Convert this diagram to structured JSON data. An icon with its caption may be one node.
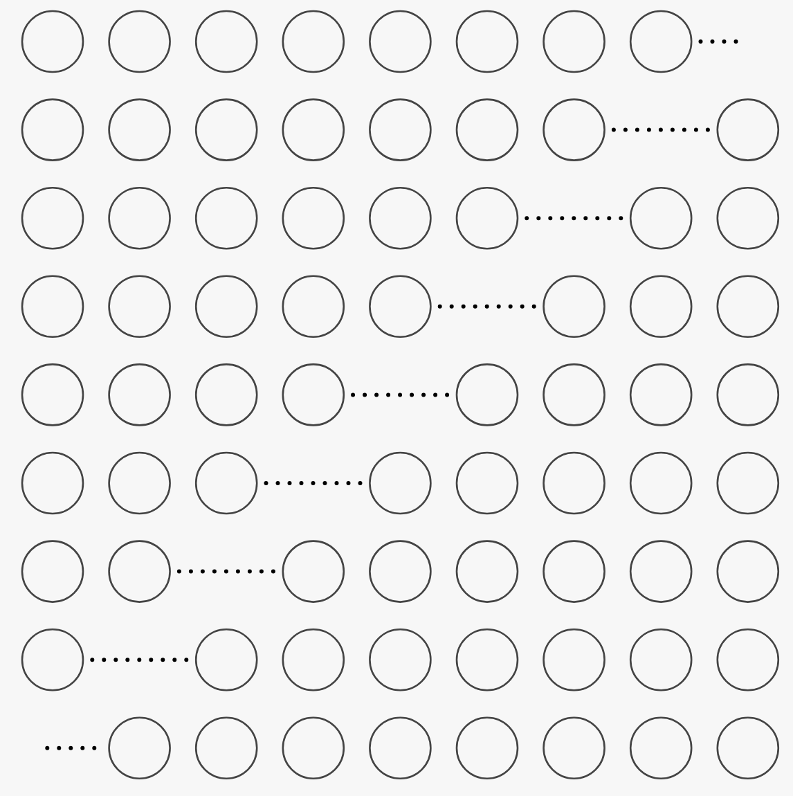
{
  "diagram": {
    "nodes": [
      {
        "text": [],
        "shape": "circle"
      },
      {
        "text": [],
        "shape": "circle"
      },
      {
        "text": [],
        "shape": "circle"
      },
      {
        "text": [],
        "shape": "circle"
      },
      {
        "text": [],
        "shape": "circle"
      },
      {
        "text": [],
        "shape": "circle"
      },
      {
        "text": [],
        "shape": "circle"
      },
      {
        "text": [],
        "shape": "circle"
      },
      {
        "text": [],
        "shape": "circle"
      },
      {
        "text": [],
        "shape": "circle"
      },
      {
        "text": [],
        "shape": "circle"
      },
      {
        "text": [],
        "shape": "circle"
      },
      {
        "text": [],
        "shape": "circle"
      },
      {
        "text": [],
        "shape": "circle"
      },
      {
        "text": [],
        "shape": "circle"
      },
      {
        "text": [],
        "shape": "circle"
      },
      {
        "text": [],
        "shape": "circle"
      },
      {
        "text": [],
        "shape": "circle"
      },
      {
        "text": [],
        "shape": "circle"
      },
      {
        "text": [],
        "shape": "circle"
      },
      {
        "text": [],
        "shape": "circle"
      },
      {
        "text": [],
        "shape": "circle"
      },
      {
        "text": [],
        "shape": "circle"
      },
      {
        "text": [],
        "shape": "circle"
      },
      {
        "text": [],
        "shape": "circle"
      },
      {
        "text": [],
        "shape": "circle"
      },
      {
        "text": [],
        "shape": "circle"
      },
      {
        "text": [],
        "shape": "circle"
      },
      {
        "text": [],
        "shape": "circle"
      },
      {
        "text": [],
        "shape": "circle"
      },
      {
        "text": [],
        "shape": "circle"
      },
      {
        "text": [],
        "shape": "circle"
      },
      {
        "text": [],
        "shape": "circle"
      },
      {
        "text": [],
        "shape": "circle"
      },
      {
        "text": [],
        "shape": "circle"
      },
      {
        "text": [],
        "shape": "circle"
      },
      {
        "text": [],
        "shape": "circle"
      },
      {
        "text": [],
        "shape": "circle"
      },
      {
        "text": [],
        "shape": "circle"
      },
      {
        "text": [],
        "shape": "circle"
      },
      {
        "text": [],
        "shape": "circle"
      },
      {
        "text": [],
        "shape": "circle"
      },
      {
        "text": [],
        "shape": "circle"
      },
      {
        "text": [],
        "shape": "circle"
      },
      {
        "text": [],
        "shape": "circle"
      },
      {
        "text": [],
        "shape": "circle"
      },
      {
        "text": [],
        "shape": "circle"
      },
      {
        "text": [],
        "shape": "circle"
      },
      {
        "text": [],
        "shape": "circle"
      },
      {
        "text": [],
        "shape": "circle"
      },
      {
        "text": [],
        "shape": "circle"
      },
      {
        "text": [],
        "shape": "circle"
      },
      {
        "text": [],
        "shape": "circle"
      },
      {
        "text": [],
        "shape": "circle"
      },
      {
        "text": [],
        "shape": "circle"
      },
      {
        "text": [],
        "shape": "circle"
      },
      {
        "text": [],
        "shape": "circle"
      },
      {
        "text": [],
        "shape": "circle"
      },
      {
        "text": [],
        "shape": "circle"
      },
      {
        "text": [],
        "shape": "circle"
      },
      {
        "text": [],
        "shape": "circle"
      },
      {
        "text": [],
        "shape": "circle"
      },
      {
        "text": [],
        "shape": "circle"
      },
      {
        "text": [],
        "shape": "circle"
      },
      {
        "text": [],
        "shape": "circle"
      },
      {
        "text": [],
        "shape": "circle"
      },
      {
        "text": [],
        "shape": "circle"
      },
      {
        "text": [],
        "shape": "circle"
      },
      {
        "text": [],
        "shape": "circle"
      },
      {
        "text": [],
        "shape": "circle"
      },
      {
        "text": [],
        "shape": "circle"
      },
      {
        "text": [],
        "shape": "circle"
      }
    ],
    "edges": [
      {
        "from": 7,
        "to": null,
        "arrow": "none",
        "style": "dashed"
      },
      {
        "from": 14,
        "to": 15,
        "arrow": "none",
        "style": "dashed"
      },
      {
        "from": 21,
        "to": 22,
        "arrow": "none",
        "style": "dashed"
      },
      {
        "from": 28,
        "to": 29,
        "arrow": "none",
        "style": "dashed"
      },
      {
        "from": 35,
        "to": 36,
        "arrow": "none",
        "style": "dashed"
      },
      {
        "from": 42,
        "to": 43,
        "arrow": "none",
        "style": "dashed"
      },
      {
        "from": 49,
        "to": 50,
        "arrow": "none",
        "style": "dashed"
      },
      {
        "from": 56,
        "to": 57,
        "arrow": "none",
        "style": "dashed"
      },
      {
        "from": null,
        "to": 64,
        "arrow": "none",
        "style": "dashed"
      }
    ]
  }
}
